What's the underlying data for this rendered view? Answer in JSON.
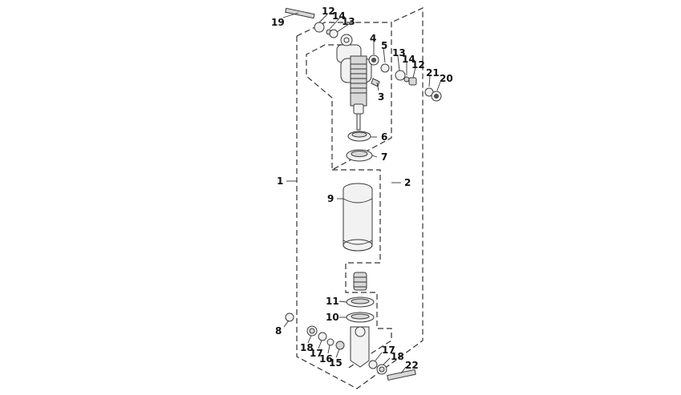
{
  "callouts": [
    {
      "id": "c19",
      "text": "19"
    },
    {
      "id": "c12a",
      "text": "12"
    },
    {
      "id": "c14a",
      "text": "14"
    },
    {
      "id": "c13a",
      "text": "13"
    },
    {
      "id": "c4",
      "text": "4"
    },
    {
      "id": "c5",
      "text": "5"
    },
    {
      "id": "c13b",
      "text": "13"
    },
    {
      "id": "c14b",
      "text": "14"
    },
    {
      "id": "c12b",
      "text": "12"
    },
    {
      "id": "c21",
      "text": "21"
    },
    {
      "id": "c20",
      "text": "20"
    },
    {
      "id": "c3",
      "text": "3"
    },
    {
      "id": "c6",
      "text": "6"
    },
    {
      "id": "c7",
      "text": "7"
    },
    {
      "id": "c1",
      "text": "1"
    },
    {
      "id": "c2",
      "text": "2"
    },
    {
      "id": "c9",
      "text": "9"
    },
    {
      "id": "c11",
      "text": "11"
    },
    {
      "id": "c10",
      "text": "10"
    },
    {
      "id": "c8",
      "text": "8"
    },
    {
      "id": "c18a",
      "text": "18"
    },
    {
      "id": "c17a",
      "text": "17"
    },
    {
      "id": "c16",
      "text": "16"
    },
    {
      "id": "c15",
      "text": "15"
    },
    {
      "id": "c17b",
      "text": "17"
    },
    {
      "id": "c18b",
      "text": "18"
    },
    {
      "id": "c22",
      "text": "22"
    }
  ]
}
